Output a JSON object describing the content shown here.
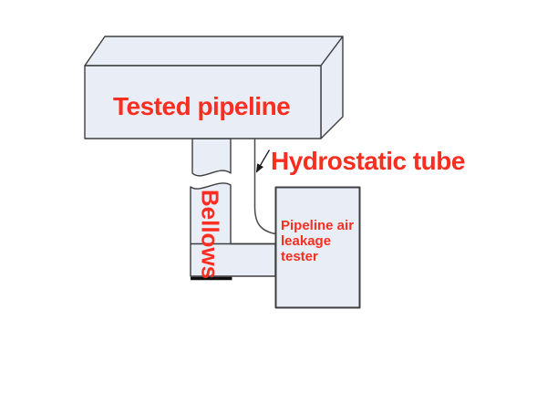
{
  "colors": {
    "label_red": "#fa2e20",
    "shape_fill": "#e9edf6",
    "outline": "#3e3e40",
    "tube_line": "#4a4a4a",
    "canvas_bg": "#ffffff"
  },
  "labels": {
    "tested_pipeline": "Tested pipeline",
    "hydrostatic_tube": "Hydrostatic tube",
    "bellows": "Bellows",
    "tester": {
      "full": "Pipeline air leakage tester",
      "lines": [
        "Pipeline air",
        "leakage",
        "tester"
      ]
    }
  },
  "diagram": {
    "type": "schematic",
    "components": [
      {
        "id": "tested-pipeline-box",
        "label": "Tested pipeline",
        "shape": "3d-box"
      },
      {
        "id": "bellows-pipe",
        "label": "Bellows",
        "shape": "vertical-pipe-with-break-symbol"
      },
      {
        "id": "hydrostatic-tube",
        "label": "Hydrostatic tube",
        "shape": "thin-curved-line"
      },
      {
        "id": "tester-box",
        "label": "Pipeline air leakage tester",
        "shape": "rectangle"
      }
    ],
    "connections": [
      {
        "from": "tested-pipeline-box",
        "to": "tester-box",
        "via": "bellows-pipe"
      },
      {
        "from": "tested-pipeline-box",
        "to": "tester-box",
        "via": "hydrostatic-tube"
      }
    ]
  }
}
